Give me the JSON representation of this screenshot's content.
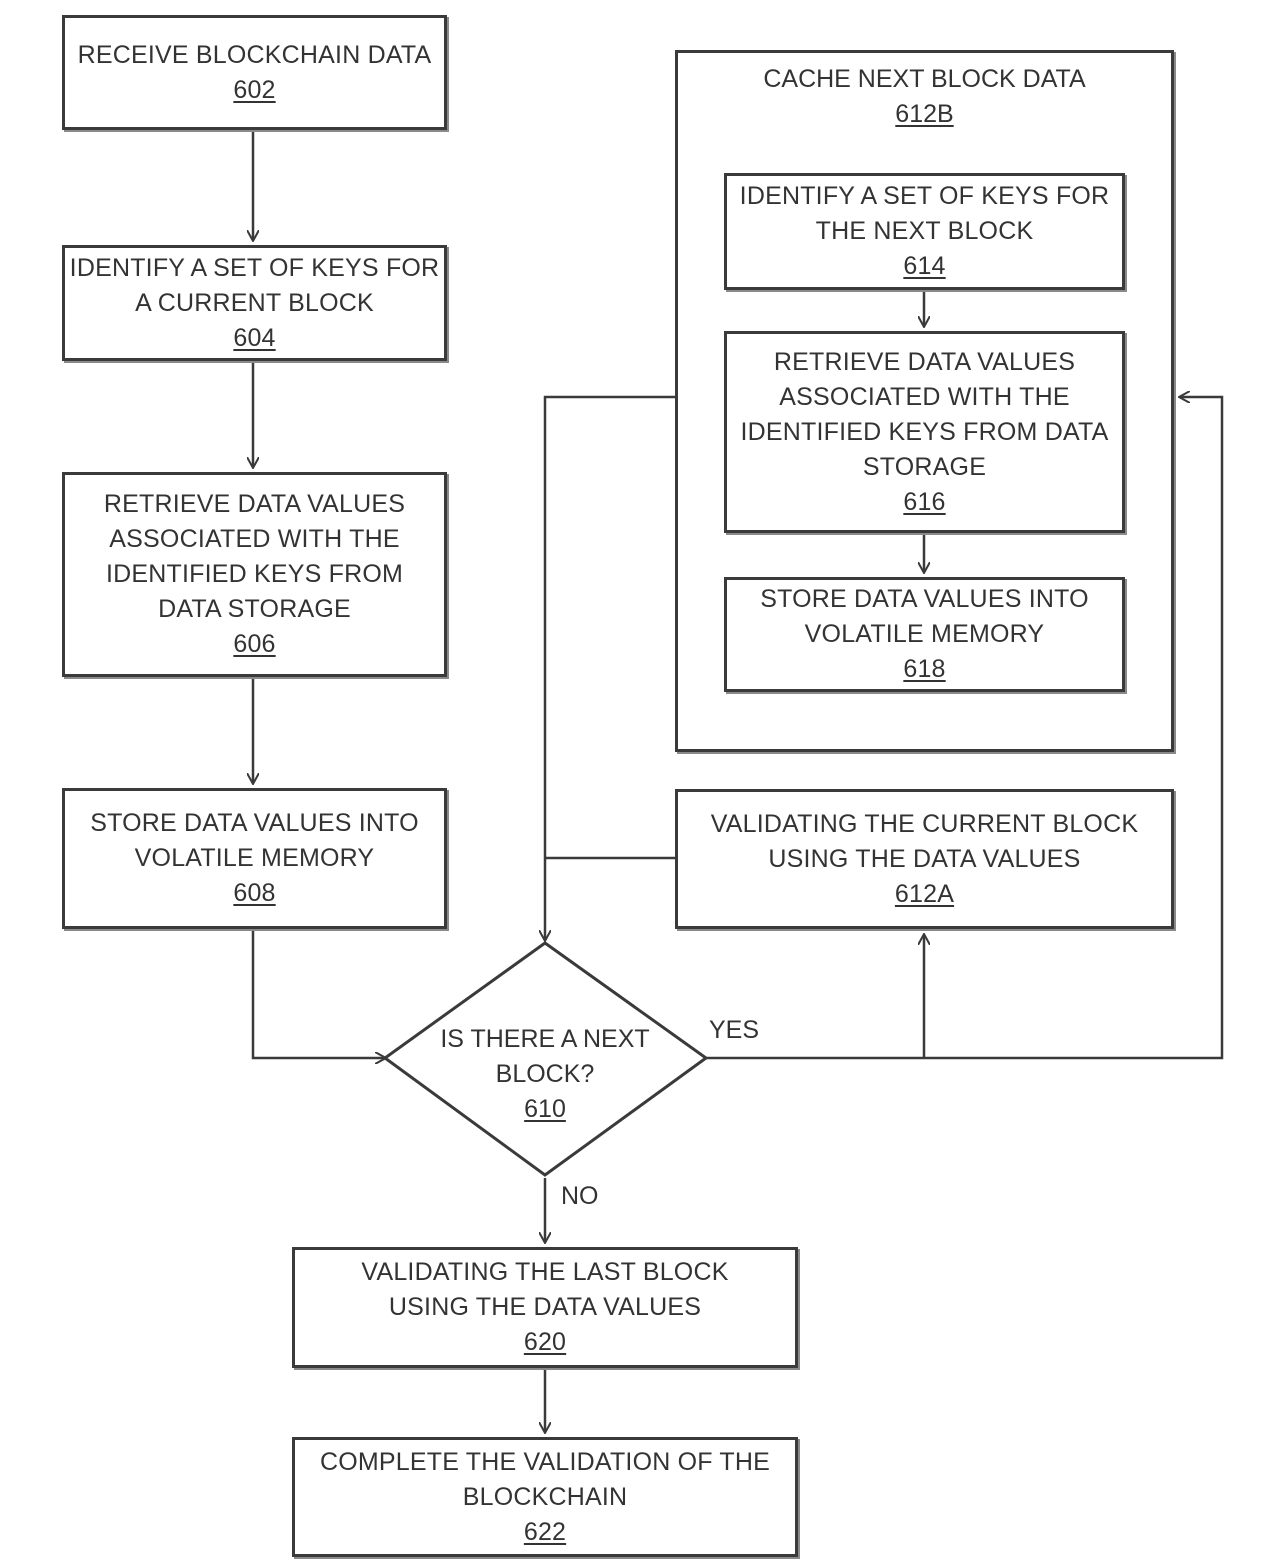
{
  "steps": {
    "s602": {
      "text": "RECEIVE BLOCKCHAIN DATA",
      "ref": "602"
    },
    "s604": {
      "text": "IDENTIFY A SET OF KEYS FOR\nA CURRENT BLOCK",
      "ref": "604"
    },
    "s606": {
      "text": "RETRIEVE DATA VALUES\nASSOCIATED WITH THE\nIDENTIFIED KEYS FROM\nDATA STORAGE",
      "ref": "606"
    },
    "s608": {
      "text": "STORE DATA VALUES INTO\nVOLATILE MEMORY",
      "ref": "608"
    },
    "s612b": {
      "text": "CACHE NEXT BLOCK DATA",
      "ref": "612B"
    },
    "s614": {
      "text": "IDENTIFY A SET OF KEYS FOR\nTHE NEXT BLOCK",
      "ref": "614"
    },
    "s616": {
      "text": "RETRIEVE DATA VALUES\nASSOCIATED WITH THE\nIDENTIFIED KEYS FROM DATA\nSTORAGE",
      "ref": "616"
    },
    "s618": {
      "text": "STORE DATA VALUES INTO\nVOLATILE MEMORY",
      "ref": "618"
    },
    "s612a": {
      "text": "VALIDATING THE CURRENT BLOCK\nUSING THE DATA VALUES",
      "ref": "612A"
    },
    "s610": {
      "text": "IS THERE A NEXT\nBLOCK?",
      "ref": "610"
    },
    "s620": {
      "text": "VALIDATING THE LAST BLOCK\nUSING THE DATA VALUES",
      "ref": "620"
    },
    "s622": {
      "text": "COMPLETE THE VALIDATION OF THE\nBLOCKCHAIN",
      "ref": "622"
    }
  },
  "labels": {
    "yes": "YES",
    "no": "NO"
  }
}
